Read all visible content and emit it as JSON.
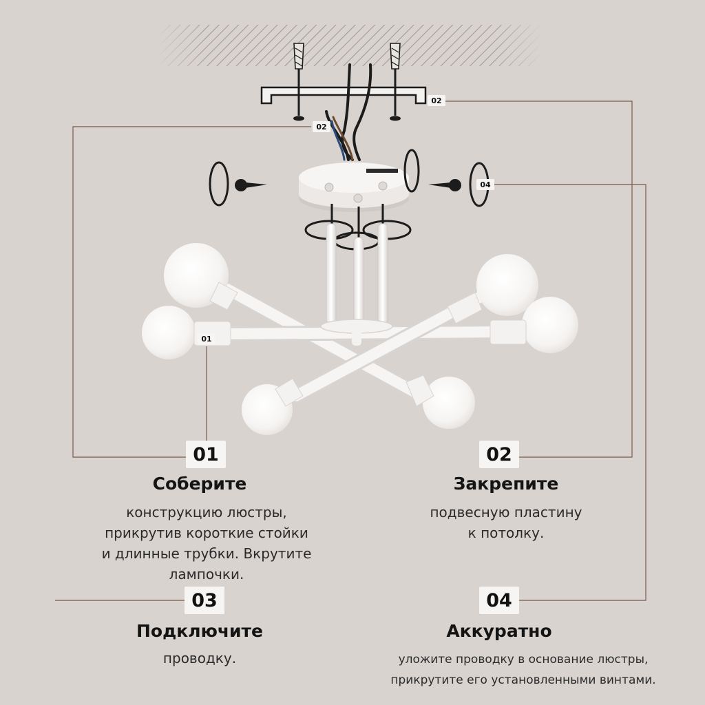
{
  "diagram": {
    "callouts": {
      "small_01": "01",
      "small_02_top": "02",
      "small_02_right": "02",
      "small_04": "04"
    },
    "steps": [
      {
        "number": "01",
        "title": "Соберите",
        "lines": [
          "конструкцию люстры,",
          "прикрутив короткие стойки",
          "и длинные трубки. Вкрутите",
          "лампочки."
        ]
      },
      {
        "number": "02",
        "title": "Закрепите",
        "lines": [
          "подвесную пластину",
          "к потолку."
        ]
      },
      {
        "number": "03",
        "title": "Подключите",
        "lines": [
          "проводку."
        ]
      },
      {
        "number": "04",
        "title": "Аккуратно",
        "lines": [
          "уложите проводку в основание люстры,",
          "прикрутите его установленными винтами."
        ]
      }
    ],
    "colors": {
      "background": "#d9d3cf",
      "leader_line": "#7a5a4a",
      "fixture": "#f4f2f0",
      "bulb": "#fbfaf8",
      "metal": "#1c1c1c"
    }
  }
}
